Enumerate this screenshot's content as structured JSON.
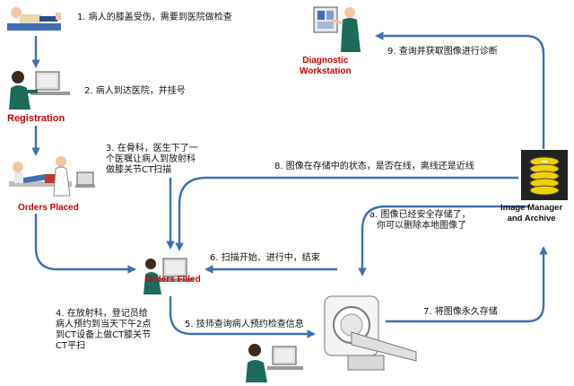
{
  "steps": {
    "s1": "1. 病人的膝盖受伤，需要到医院做检查",
    "s2": "2. 病人到达医院，并挂号",
    "s3": [
      "3. 在骨科，医生下了一",
      "个医嘱让病人到放射科",
      "做膝关节CT扫描"
    ],
    "s4": [
      "4. 在放射科，登记员给",
      "病人预约到当天下午2点",
      "到CT设备上做CT膝关节",
      "CT平扫"
    ],
    "s5": "5. 技师查询病人预约检查信息",
    "s6": "6. 扫描开始、进行中，结束",
    "s7": "7. 将图像永久存储",
    "s8": "8. 图像在存储中的状态，是否在线，离线还是近线",
    "s9": "9. 查询并获取图像进行诊断",
    "sa": [
      "a. 图像已经安全存储了，",
      "你可以删除本地图像了"
    ]
  },
  "nodes": {
    "registration": "Registration",
    "orders_placed": "Orders Placed",
    "orders_filled": "Orders Filled",
    "diagnostic": [
      "Diagnostic",
      "Workstation"
    ],
    "image_manager": [
      "Image Manager",
      "and Archive"
    ]
  },
  "colors": {
    "arrow": "#3f6fb6",
    "node_label": "#cc0000"
  }
}
